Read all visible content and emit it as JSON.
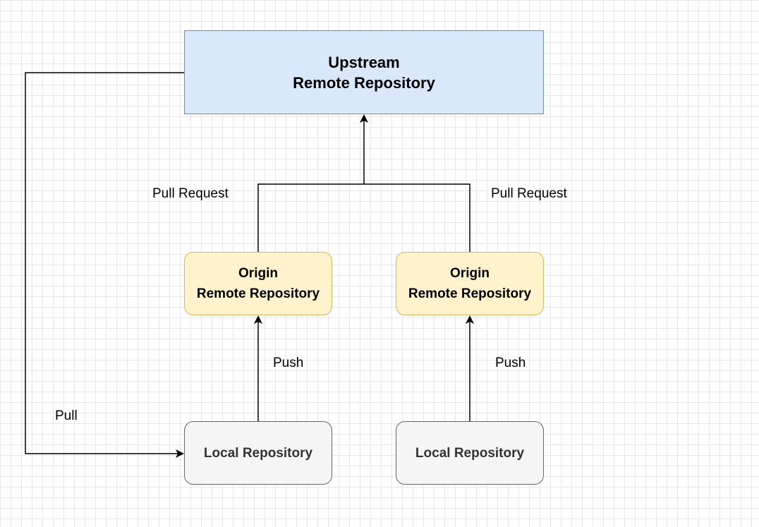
{
  "upstream": {
    "line1": "Upstream",
    "line2": "Remote Repository"
  },
  "origin_left": {
    "line1": "Origin",
    "line2": "Remote Repository"
  },
  "origin_right": {
    "line1": "Origin",
    "line2": "Remote Repository"
  },
  "local_left": {
    "label": "Local Repository"
  },
  "local_right": {
    "label": "Local Repository"
  },
  "edges": {
    "pull_request_left": "Pull Request",
    "pull_request_right": "Pull Request",
    "push_left": "Push",
    "push_right": "Push",
    "pull": "Pull"
  },
  "colors": {
    "upstream_fill": "#dae8fc",
    "upstream_stroke": "#6c8ebf",
    "origin_fill": "#fff2cc",
    "origin_stroke": "#d6b656",
    "local_fill": "#f5f5f5",
    "local_stroke": "#666666",
    "edge": "#000000"
  }
}
